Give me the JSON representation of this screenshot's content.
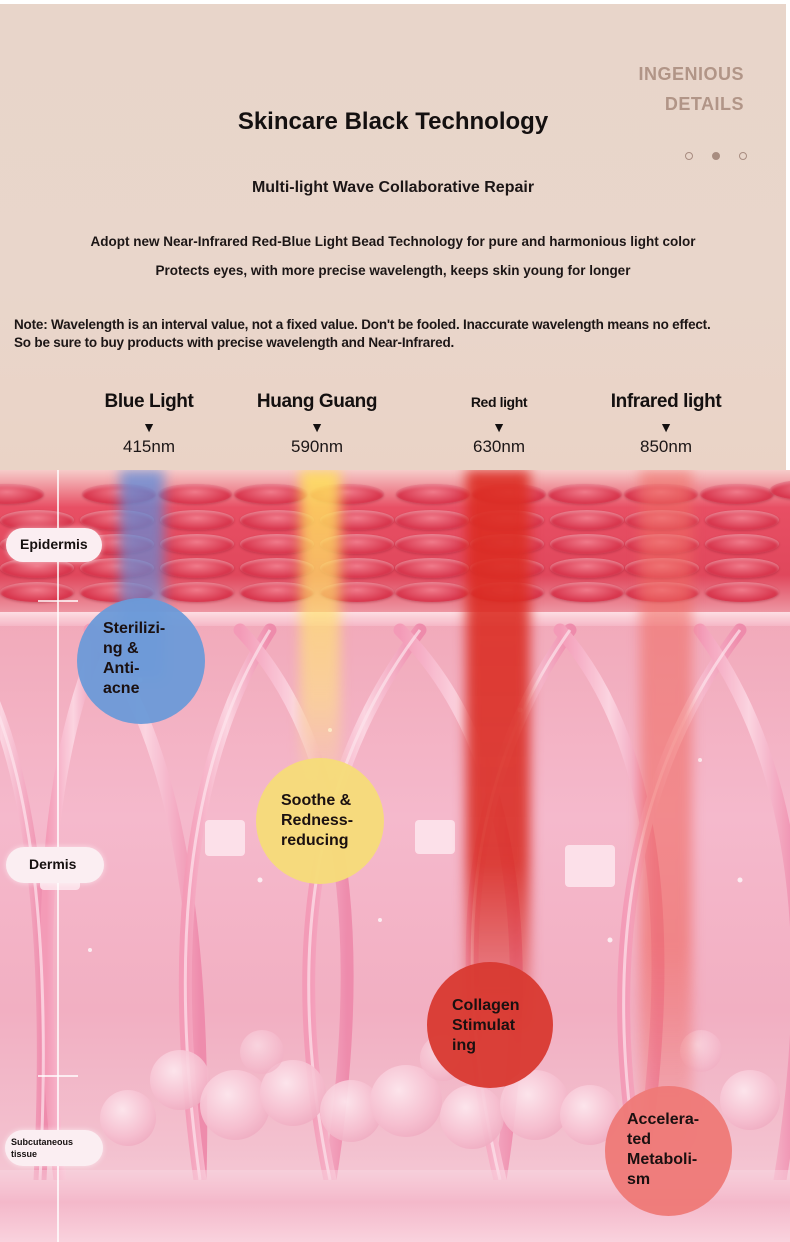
{
  "header": {
    "brand_tag_line1": "INGENIOUS",
    "brand_tag_line2": "DETAILS",
    "pager": {
      "count": 3,
      "active_index": 1
    },
    "title": "Skincare Black Technology",
    "subtitle": "Multi-light Wave Collaborative Repair",
    "description_line1": "Adopt new Near-Infrared Red-Blue Light Bead Technology for pure and harmonious light color",
    "description_line2": "Protects eyes, with more precise wavelength, keeps skin young for longer",
    "note_line1": "Note: Wavelength is an interval value, not a fixed value. Don't be fooled. Inaccurate wavelength means no effect.",
    "note_line2": "So be sure to buy products with precise wavelength and Near-Infrared."
  },
  "wavelengths": [
    {
      "name": "Blue Light",
      "arrow": "▼",
      "value": "415nm",
      "color": "#5b8fdc"
    },
    {
      "name": "Huang Guang",
      "arrow": "▼",
      "value": "590nm",
      "color": "#f6d85a"
    },
    {
      "name": "Red light",
      "arrow": "▼",
      "value": "630nm",
      "color": "#d92f25"
    },
    {
      "name": "Infrared light",
      "arrow": "▼",
      "value": "850nm",
      "color": "#ee6a60"
    }
  ],
  "skin_layers": {
    "epidermis": "Epidermis",
    "dermis": "Dermis",
    "subcutaneous_line1": "Subcutaneous",
    "subcutaneous_line2": "tissue"
  },
  "effects": [
    {
      "text": "Sterilizi-\nng &\nAnti-\nacne",
      "color": "#6b9ad8"
    },
    {
      "text": "Soothe &\nRedness-\nreducing",
      "color": "#f6dc7a"
    },
    {
      "text": "Collagen\nStimulat\ning",
      "color": "#d83a32"
    },
    {
      "text": "Accelera-\nted\nMetaboli-\nsm",
      "color": "#ee7a78"
    }
  ],
  "colors": {
    "background": "#e9d6cb",
    "brand_tag": "#b19587",
    "text_dark": "#141010"
  }
}
